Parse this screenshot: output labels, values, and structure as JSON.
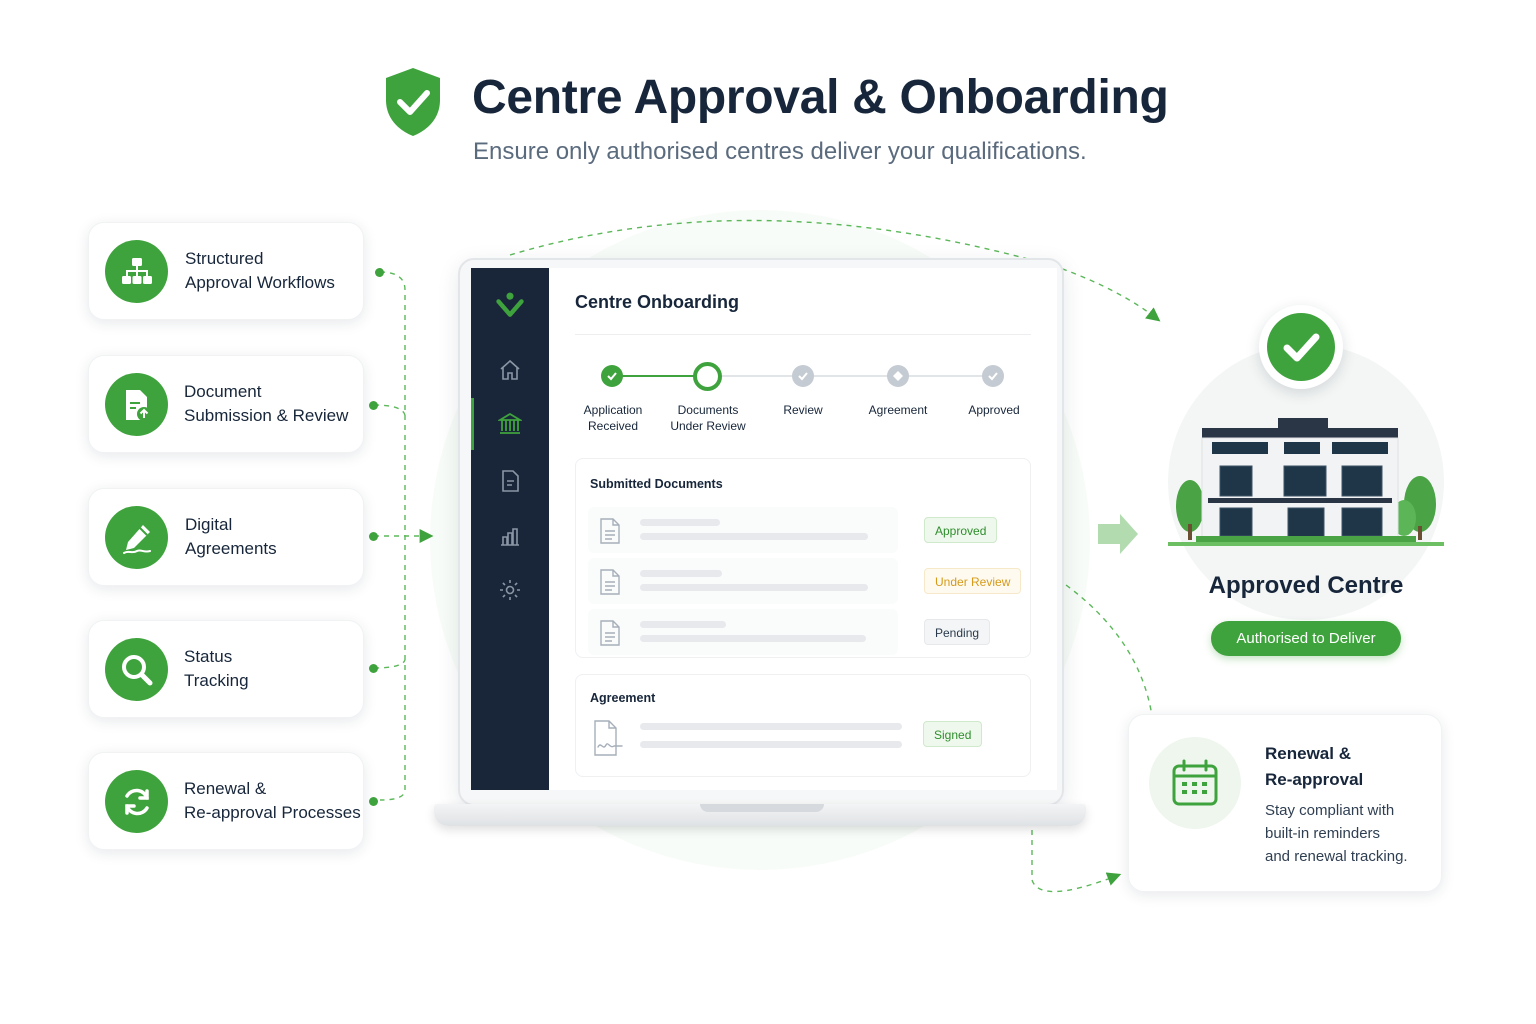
{
  "header": {
    "title": "Centre Approval & Onboarding",
    "subtitle": "Ensure only authorised centres deliver your qualifications."
  },
  "features": [
    {
      "line1": "Structured",
      "line2": "Approval Workflows",
      "icon": "org-chart-icon"
    },
    {
      "line1": "Document",
      "line2": "Submission & Review",
      "icon": "document-upload-icon"
    },
    {
      "line1": "Digital",
      "line2": "Agreements",
      "icon": "pen-sign-icon"
    },
    {
      "line1": "Status",
      "line2": "Tracking",
      "icon": "magnifier-icon"
    },
    {
      "line1": "Renewal &",
      "line2": "Re-approval Processes",
      "icon": "refresh-icon"
    }
  ],
  "app": {
    "title": "Centre Onboarding",
    "sidebar_icons": [
      "logo-icon",
      "home-icon",
      "bank-icon",
      "document-icon",
      "chart-icon",
      "gear-icon"
    ],
    "steps": [
      {
        "line1": "Application",
        "line2": "Received",
        "state": "done"
      },
      {
        "line1": "Documents",
        "line2": "Under Review",
        "state": "current"
      },
      {
        "line1": "Review",
        "line2": "",
        "state": "todo"
      },
      {
        "line1": "Agreement",
        "line2": "",
        "state": "todo"
      },
      {
        "line1": "Approved",
        "line2": "",
        "state": "todo"
      }
    ],
    "documents": {
      "title": "Submitted Documents",
      "rows": [
        {
          "status": "Approved",
          "kind": "ok"
        },
        {
          "status": "Under Review",
          "kind": "rev"
        },
        {
          "status": "Pending",
          "kind": "pen"
        }
      ]
    },
    "agreement": {
      "title": "Agreement",
      "status": "Signed"
    }
  },
  "result": {
    "title": "Approved Centre",
    "pill": "Authorised to Deliver"
  },
  "renewal": {
    "title_line1": "Renewal &",
    "title_line2": "Re-approval",
    "desc_line1": "Stay compliant with",
    "desc_line2": "built-in reminders",
    "desc_line3": "and renewal tracking."
  },
  "colors": {
    "brand_green": "#3fa33d",
    "navy": "#19263a",
    "amber": "#d59a1a"
  }
}
